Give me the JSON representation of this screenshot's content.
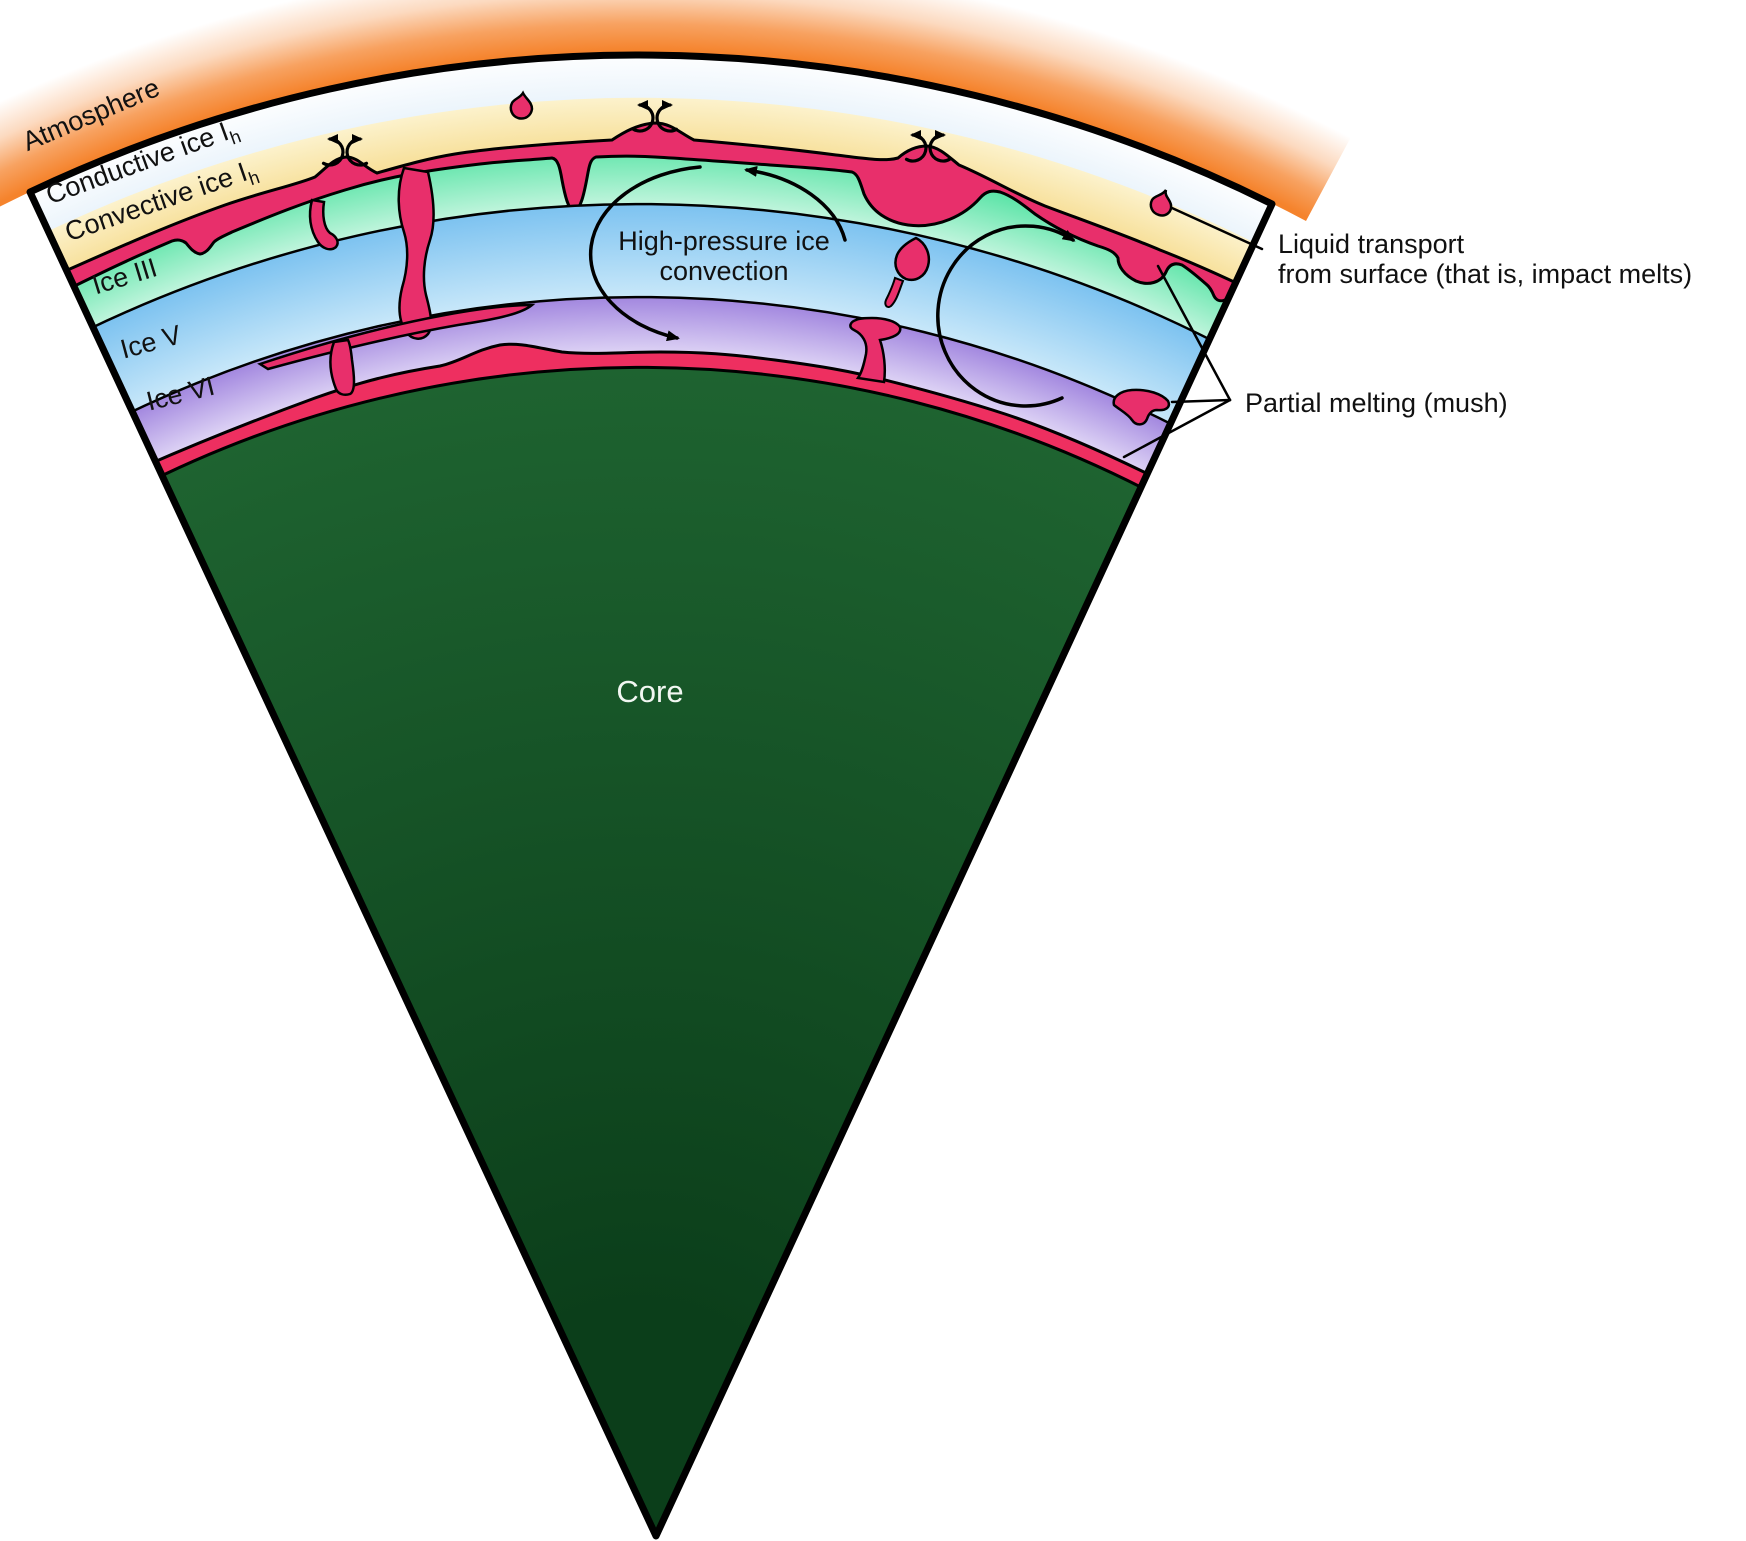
{
  "figure": {
    "title_hint": "Cross-section wedge diagram of an icy-world interior",
    "layer_labels": [
      {
        "label": "Atmosphere",
        "sub": ""
      },
      {
        "label": "Conductive ice I",
        "sub": "h"
      },
      {
        "label": "Convective ice I",
        "sub": "h"
      },
      {
        "label": "Ice III",
        "sub": ""
      },
      {
        "label": "Ice V",
        "sub": ""
      },
      {
        "label": "Ice VI",
        "sub": ""
      },
      {
        "label": "Core",
        "sub": ""
      }
    ],
    "annotations": {
      "hp_convection_line1": "High-pressure ice",
      "hp_convection_line2": "convection",
      "liquid_transport_line1": "Liquid transport",
      "liquid_transport_line2": "from surface (that is, impact melts)",
      "partial_melting": "Partial melting (mush)"
    },
    "colors": {
      "glow_orange": "#F5832C",
      "conductive_top": "#FDFEFF",
      "conductive_bottom": "#E9F3FB",
      "convective_top": "#FCF2CC",
      "convective_bottom": "#F7DF98",
      "melt_pink": "#E82F6B",
      "melt_red": "#EE2F60",
      "ice3_top": "#55E3A4",
      "ice3_bottom": "#C9F6E1",
      "ice5_top": "#7CC2F0",
      "ice5_bottom": "#CDEAFA",
      "ice6_top": "#A287DF",
      "ice6_bottom": "#E3DAF7",
      "core_light": "#1E6330",
      "core_dark": "#0B3E1A",
      "outline": "#000000"
    }
  }
}
